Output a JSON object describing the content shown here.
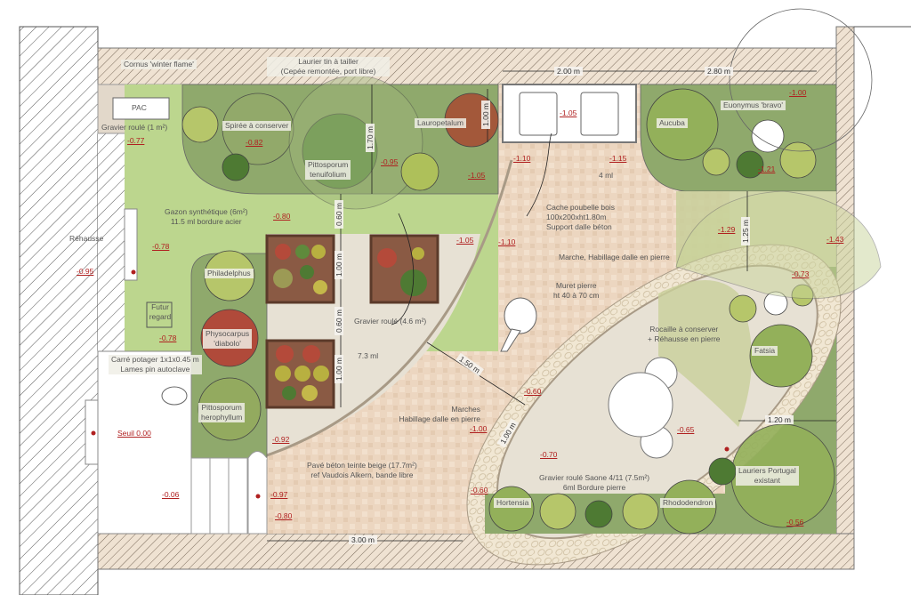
{
  "plants": {
    "cornus": "Cornus 'winter flame'",
    "laurier_tin_1": "Laurier tin à tailler",
    "laurier_tin_2": "(Cepée remontée, port libre)",
    "spiree": "Spirée à conserver",
    "pittosporum_t_1": "Pittosporum",
    "pittosporum_t_2": "tenuifolium",
    "lauropetalum": "Lauropetalum",
    "aucuba": "Aucuba",
    "euonymus": "Euonymus 'bravo'",
    "philadelphus": "Philadelphus",
    "physocarpus_1": "Physocarpus",
    "physocarpus_2": "'diabolo'",
    "pittosporum_h_1": "Pittosporum",
    "pittosporum_h_2": "herophyllum",
    "fatsia": "Fatsia",
    "lauriers_1": "Lauriers Portugal",
    "lauriers_2": "existant",
    "hortensia": "Hortensia",
    "rhododendron": "Rhododendron"
  },
  "areas": {
    "pac": "PAC",
    "gravier_pac": "Gravier roulé (1 m²)",
    "gazon_1": "Gazon synthétique (6m²)",
    "gazon_2": "11.5 ml bordure acier",
    "rehausse": "Réhausse",
    "futur_regard_1": "Futur",
    "futur_regard_2": "regard",
    "gravier_46": "Gravier roulé (4.6 m²)",
    "carre_1": "Carré potager 1x1x0.45 m",
    "carre_2": "Lames pin autoclave",
    "seuil": "Seuil 0.00",
    "pave_1": "Pavé béton teinte beige (17.7m²)",
    "pave_2": "ref Vaudois Alkern, bande libre",
    "cache_1": "Cache poubelle bois",
    "cache_2": "100x200xht1.80m",
    "cache_3": "Support dalle béton",
    "quatre_ml": "4 ml",
    "marche": "Marche, Habillage dalle en pierre",
    "muret_1": "Muret pierre",
    "muret_2": "ht 40 à 70 cm",
    "rocaille_1": "Rocaille à conserver",
    "rocaille_2": "+ Réhausse en pierre",
    "marches_1": "Marches",
    "marches_2": "Habillage dalle en pierre",
    "gravier_saone_1": "Gravier roulé Saone 4/11 (7.5m²)",
    "gravier_saone_2": "6ml Bordure pierre",
    "sept_ml": "7.3 ml"
  },
  "dimensions": {
    "d_170": "1.70 m",
    "d_100_top": "1.00 m",
    "d_060_a": "0.60 m",
    "d_100_a": "1.00 m",
    "d_060_b": "0.60 m",
    "d_100_b": "1.00 m",
    "d_200": "2.00 m",
    "d_280": "2.80 m",
    "d_125": "1.25 m",
    "d_150": "1.50 m",
    "d_120": "1.20 m",
    "d_100_steps": "1.00 m",
    "d_300": "3.00 m"
  },
  "levels": {
    "l1": "-0.77",
    "l2": "-0.82",
    "l3": "-0.95",
    "l4": "-1.05",
    "l5": "-0.80",
    "l6": "-0.78",
    "l7": "-0.95",
    "l8": "-1.05",
    "l9": "-1.10",
    "l10": "-1.05",
    "l11": "-1.10",
    "l12": "-1.15",
    "l13": "-1.00",
    "l14": "-1.21",
    "l15": "-1.29",
    "l16": "-1.43",
    "l17": "-0.73",
    "l18": "-0.78",
    "l19": "-0.60",
    "l20": "-1.00",
    "l21": "-0.65",
    "l22": "-0.92",
    "l23": "-0.70",
    "l24": "-0.06",
    "l25": "-0.97",
    "l26": "-0.60",
    "l27": "-0.80",
    "l28": "-0.56"
  },
  "colors": {
    "lawn": "#bcd68e",
    "bed": "#8fa96c",
    "paving": "#ecd6c0",
    "gravel": "#e7e1d4",
    "level_red": "#b02020"
  }
}
